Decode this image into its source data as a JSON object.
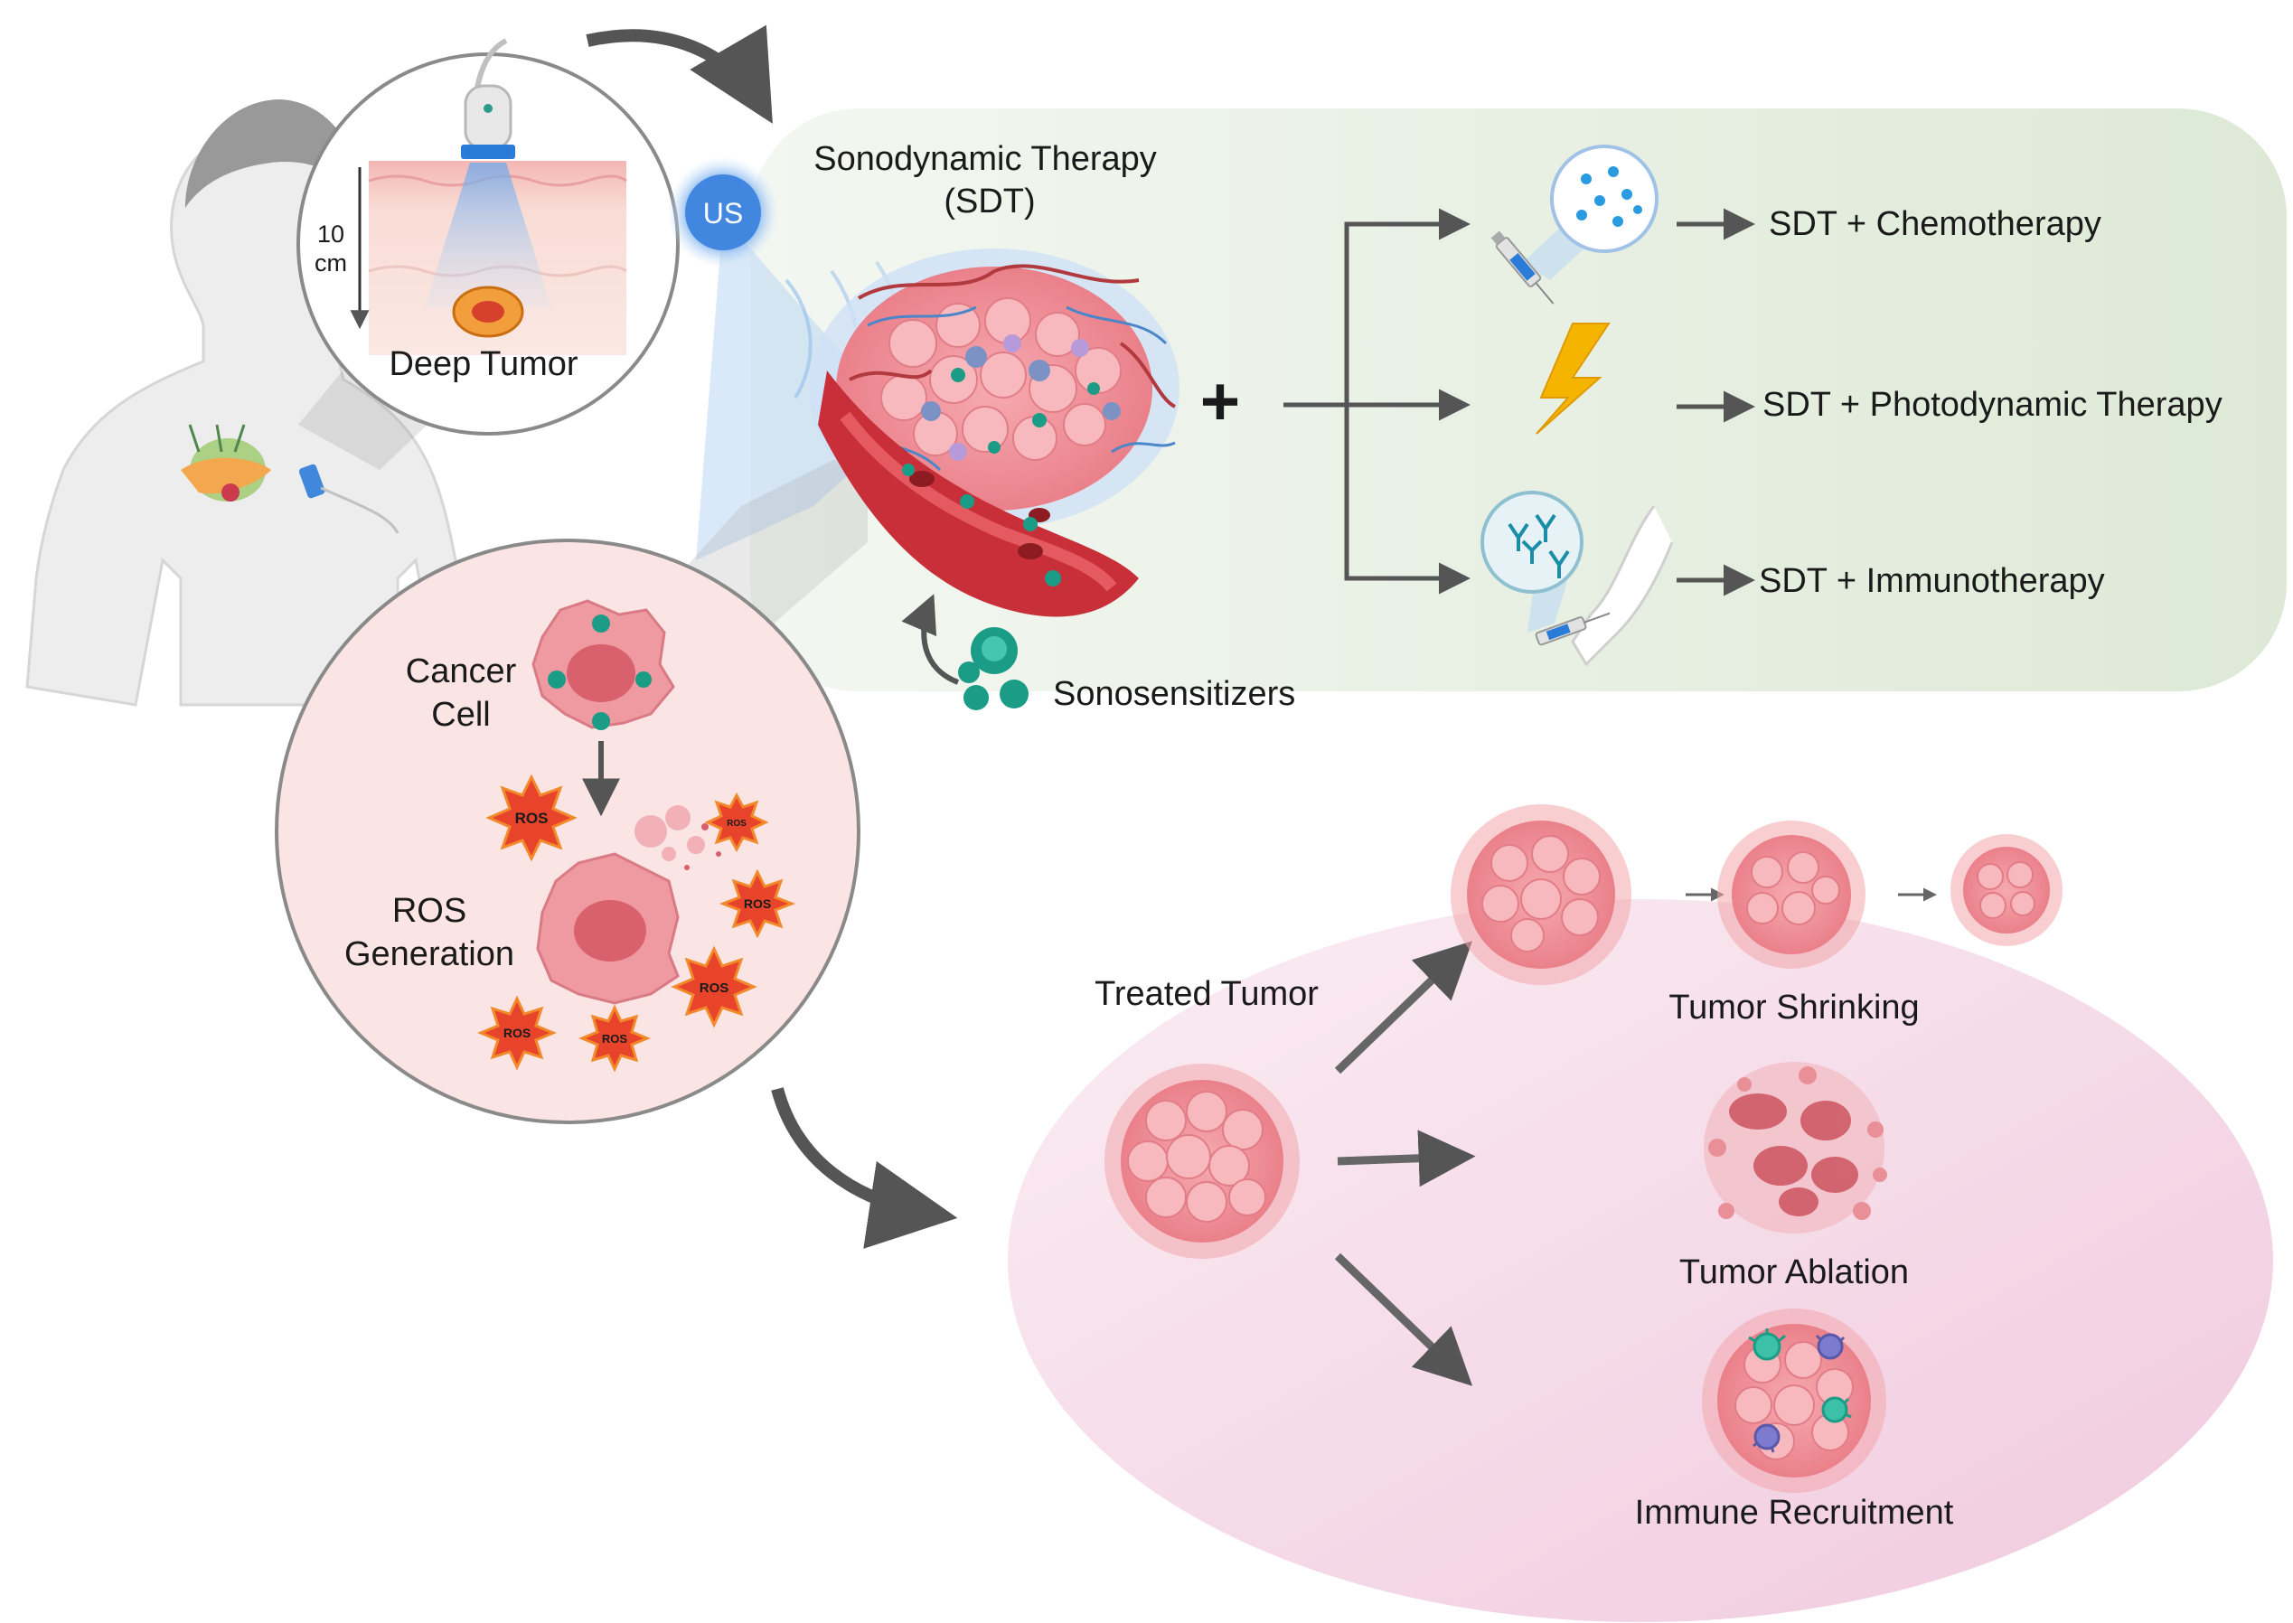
{
  "colors": {
    "sdt_panel": "#e3efde",
    "outcome_panel": "#f6d9e8",
    "tumor": "#ec8f95",
    "tumor_dark": "#d9606d",
    "blood": "#c62f38",
    "sensitizer": "#1a9c86",
    "ros": "#e8442b",
    "bolt": "#f5b400",
    "us_bubble": "#4d8fe0",
    "arrow": "#555555"
  },
  "body_view": {
    "depth_value": "10",
    "depth_unit": "cm",
    "deep_tumor_label": "Deep Tumor"
  },
  "ultrasound": {
    "label": "US"
  },
  "sdt": {
    "title_line1": "Sonodynamic Therapy",
    "title_line2": "(SDT)",
    "plus": "+",
    "sonosensitizers_label": "Sonosensitizers"
  },
  "combinations": [
    {
      "label": "SDT + Chemotherapy",
      "icon": "syringe-icon"
    },
    {
      "label": "SDT + Photodynamic Therapy",
      "icon": "lightning-bolt-icon"
    },
    {
      "label": "SDT + Immunotherapy",
      "icon": "antibody-injection-icon"
    }
  ],
  "mechanism": {
    "cancer_cell_line1": "Cancer",
    "cancer_cell_line2": "Cell",
    "ros_gen_line1": "ROS",
    "ros_gen_line2": "Generation",
    "ros_badge": "ROS"
  },
  "outcomes": {
    "treated_tumor_label": "Treated Tumor",
    "items": [
      {
        "label": "Tumor Shrinking"
      },
      {
        "label": "Tumor Ablation"
      },
      {
        "label": "Immune Recruitment"
      }
    ]
  }
}
